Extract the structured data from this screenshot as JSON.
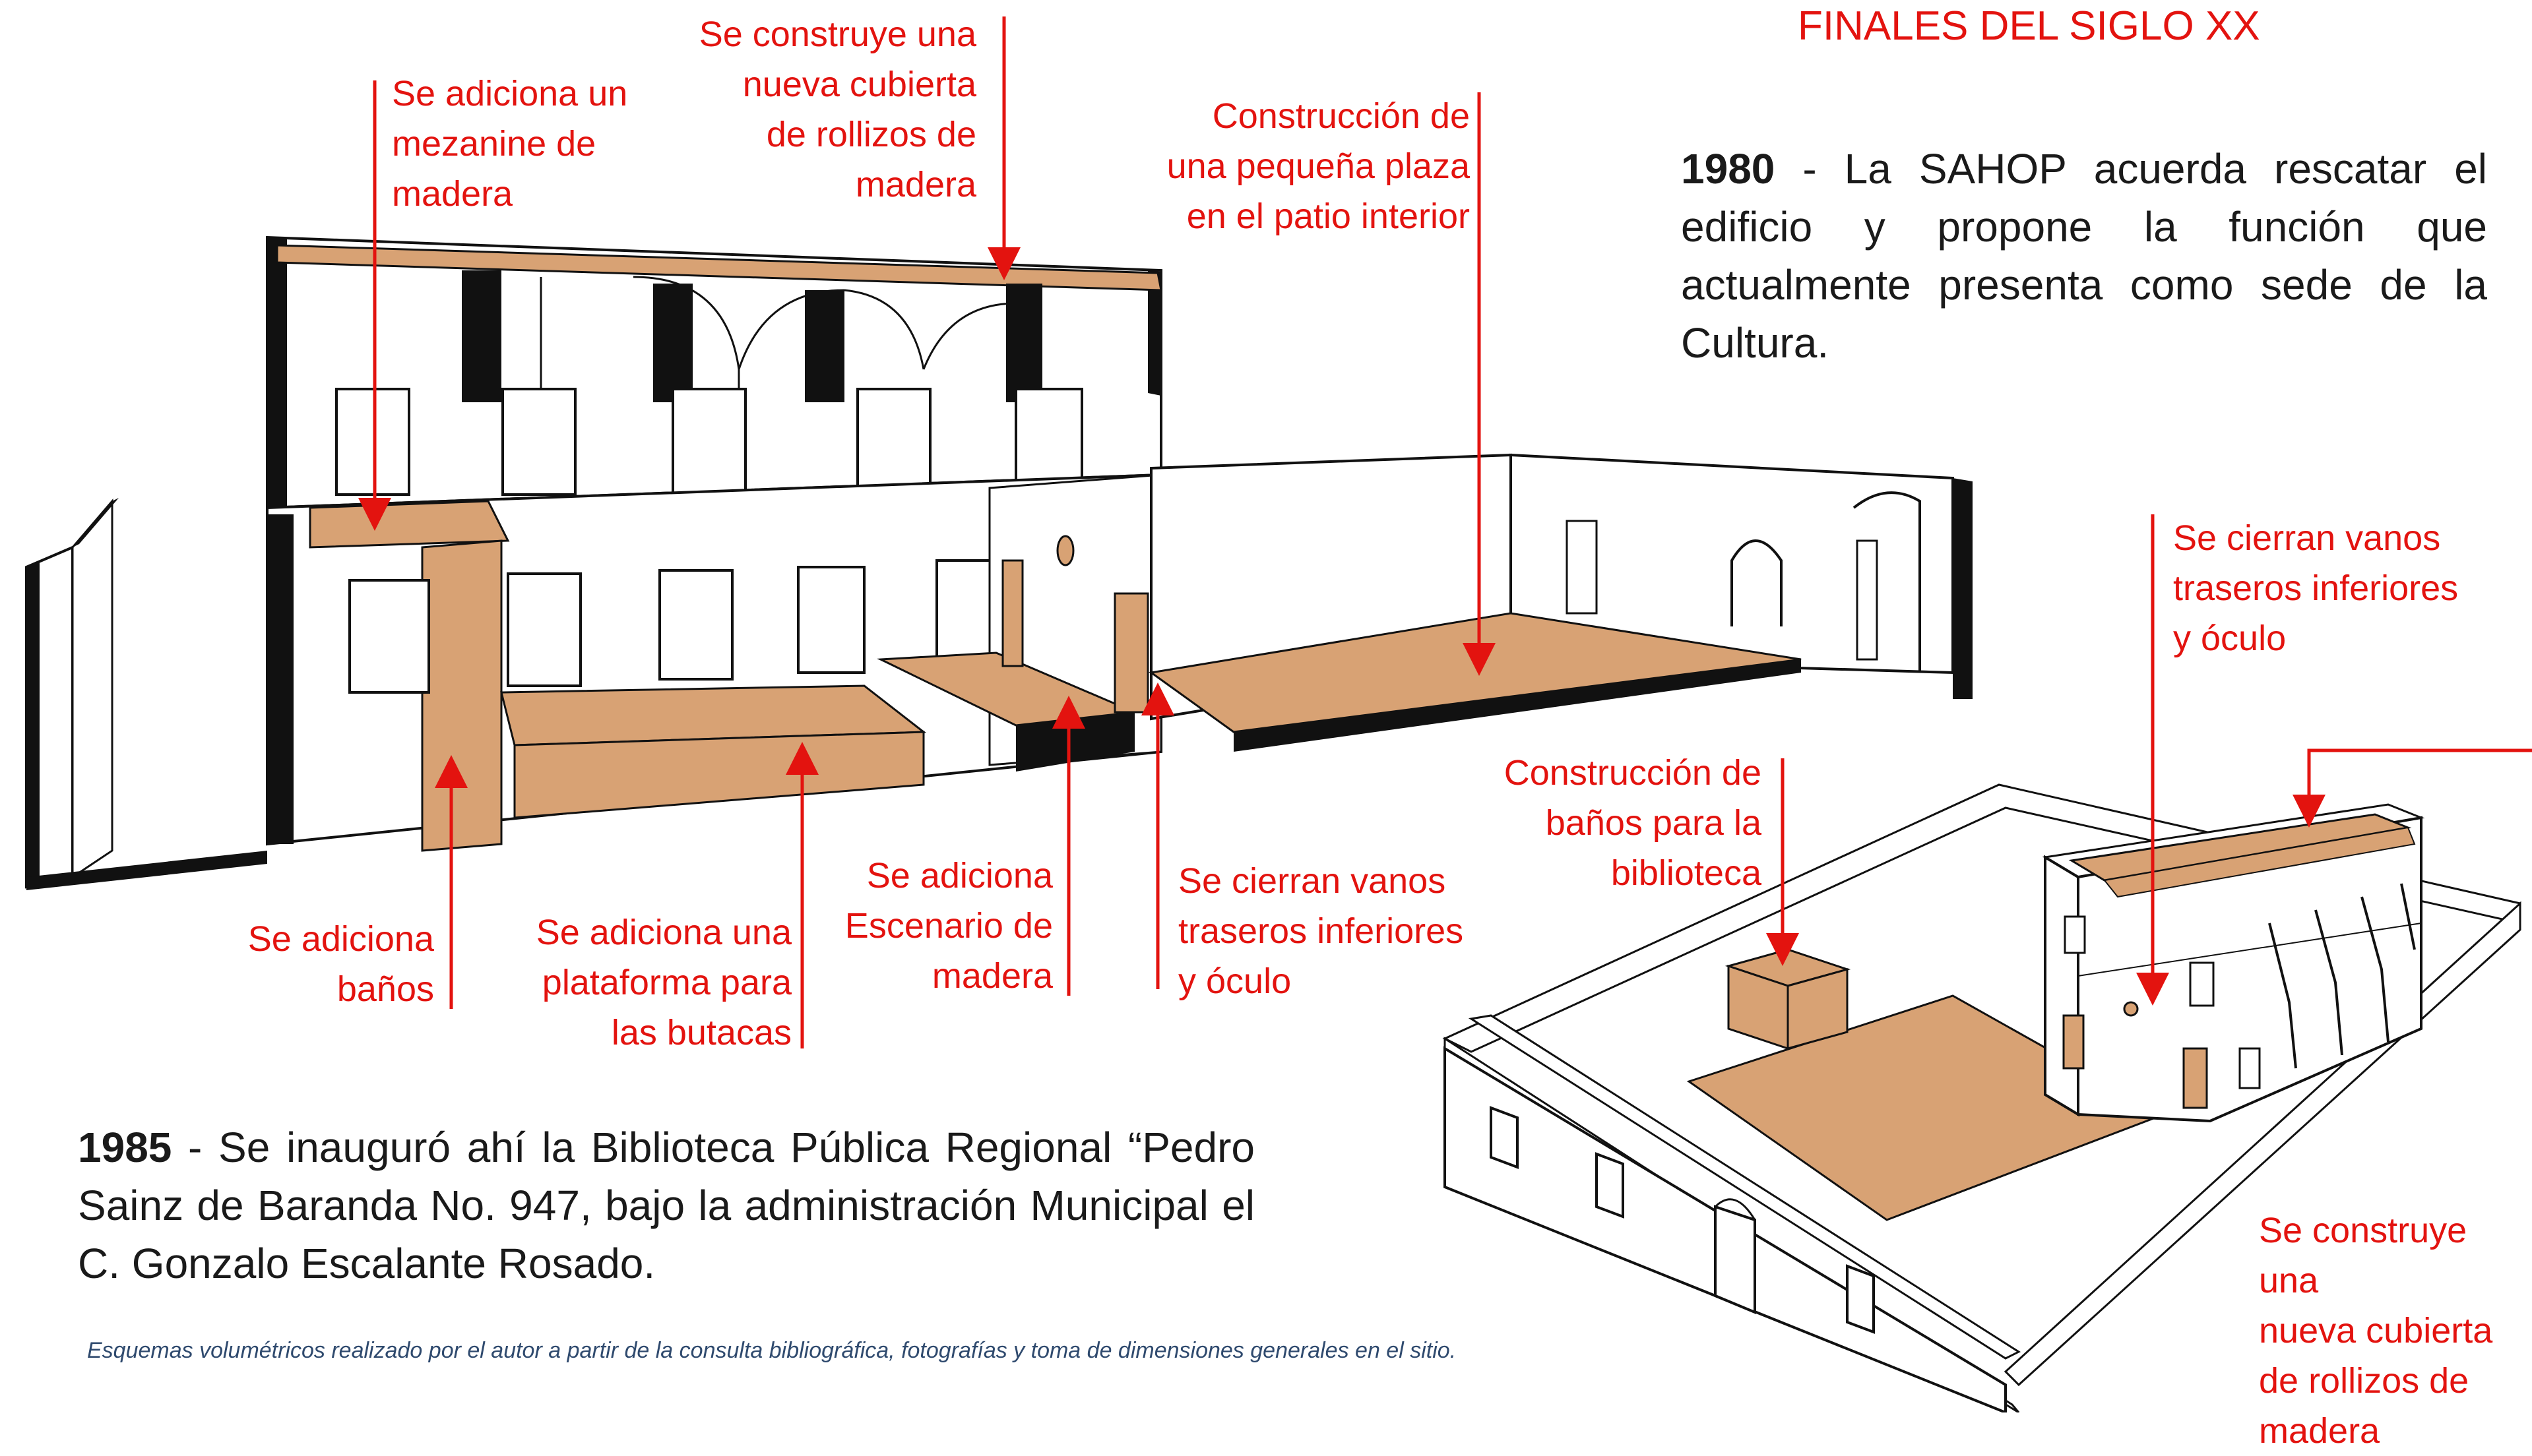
{
  "title": "FINALES DEL SIGLO XX",
  "paragraph_1980": {
    "year": "1980",
    "text": " - La SAHOP acuerda rescatar el edificio y propone la función que actualmente presenta como sede de la Cultura."
  },
  "paragraph_1985": {
    "year": "1985",
    "text": " - Se inauguró ahí la Biblioteca Pública Regional “Pedro Sainz de Baranda No. 947, bajo la administración Municipal el C. Gonzalo Escalante Rosado."
  },
  "caption": "Esquemas volumétricos realizado por el autor a partir de la consulta bibliográfica, fotografías y toma de dimensiones generales en el sitio.",
  "labels": {
    "mezanine": [
      "Se adiciona un",
      "mezanine de",
      "madera"
    ],
    "cubierta_top": [
      "Se construye una",
      "nueva cubierta",
      "de rollizos de",
      "madera"
    ],
    "plaza": [
      "Construcción de",
      "una pequeña plaza",
      "en el patio interior"
    ],
    "banos": [
      "Se adiciona",
      "baños"
    ],
    "plataforma": [
      "Se adiciona una",
      "plataforma para",
      "las butacas"
    ],
    "escenario": [
      "Se adiciona",
      "Escenario de",
      "madera"
    ],
    "vanos_left": [
      "Se cierran vanos",
      "traseros inferiores",
      "y óculo"
    ],
    "vanos_right": [
      "Se cierran vanos",
      "traseros inferiores",
      "y óculo"
    ],
    "banos_biblioteca": [
      "Construcción de",
      "baños para la",
      "biblioteca"
    ],
    "cubierta_right": [
      "Se construye una",
      "nueva cubierta",
      "de rollizos de",
      "madera"
    ]
  },
  "colors": {
    "annotation_red": "#e3130f",
    "wood": "#d8a274",
    "wall_dark": "#111111"
  }
}
